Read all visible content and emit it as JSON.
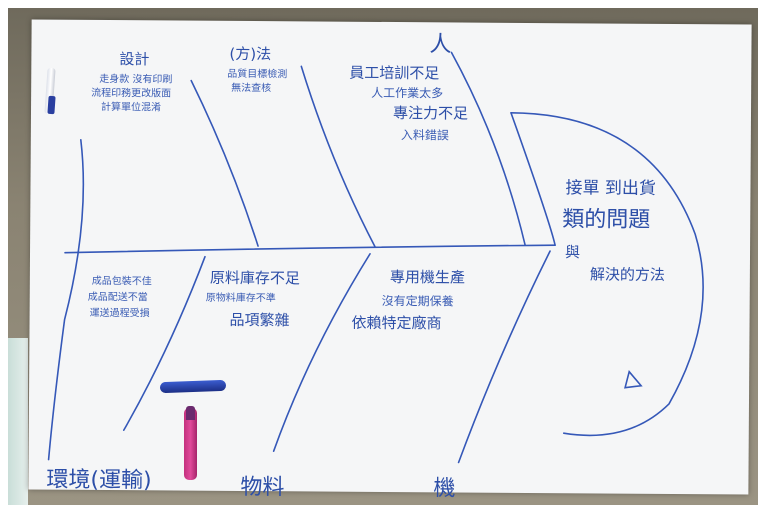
{
  "fishbone": {
    "head": {
      "line1": "接單 到出貨",
      "line2": "類的問題",
      "line3": "與",
      "line4": "解決的方法"
    },
    "categories": {
      "top_left": {
        "title": "設計",
        "causes": [
          "走身款 沒有印刷",
          "流程印務更改版面",
          "計算單位混淆"
        ]
      },
      "top_mid": {
        "title": "(方)法",
        "causes": [
          "品質目標檢測",
          "無法查核"
        ]
      },
      "top_right": {
        "title": "人",
        "causes": [
          "員工培訓不足",
          "人工作業太多",
          "專注力不足",
          "入料錯誤"
        ]
      },
      "bottom_left": {
        "title": "環境(運輸)",
        "causes": [
          "成品包裝不佳",
          "成品配送不當",
          "運送過程受損"
        ]
      },
      "bottom_mid": {
        "title": "物料",
        "causes": [
          "原料庫存不足",
          "原物料庫存不準",
          "品項繁雜"
        ]
      },
      "bottom_right": {
        "title": "機",
        "causes": [
          "專用機生產",
          "沒有定期保養",
          "依賴特定廠商"
        ]
      }
    }
  },
  "colors": {
    "ink": "#2d4fa8",
    "paper": "#f5f6f7",
    "table": "#8a8372"
  }
}
